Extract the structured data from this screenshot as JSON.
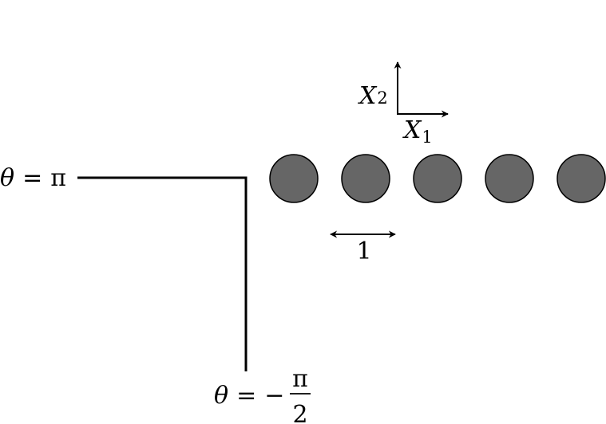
{
  "axes": {
    "x1_symbol": "X",
    "x1_subscript": "1",
    "x2_symbol": "X",
    "x2_subscript": "2"
  },
  "spacing_label": "1",
  "angle_labels": {
    "top": {
      "theta": "θ",
      "equals": "=",
      "value": "π"
    },
    "bottom": {
      "theta": "θ",
      "equals": "=",
      "minus": "−",
      "numerator": "π",
      "denominator": "2"
    }
  },
  "particles": {
    "count": 5,
    "fill": "#666666",
    "stroke": "#000000"
  },
  "colors": {
    "line": "#000000",
    "background": "#ffffff"
  }
}
